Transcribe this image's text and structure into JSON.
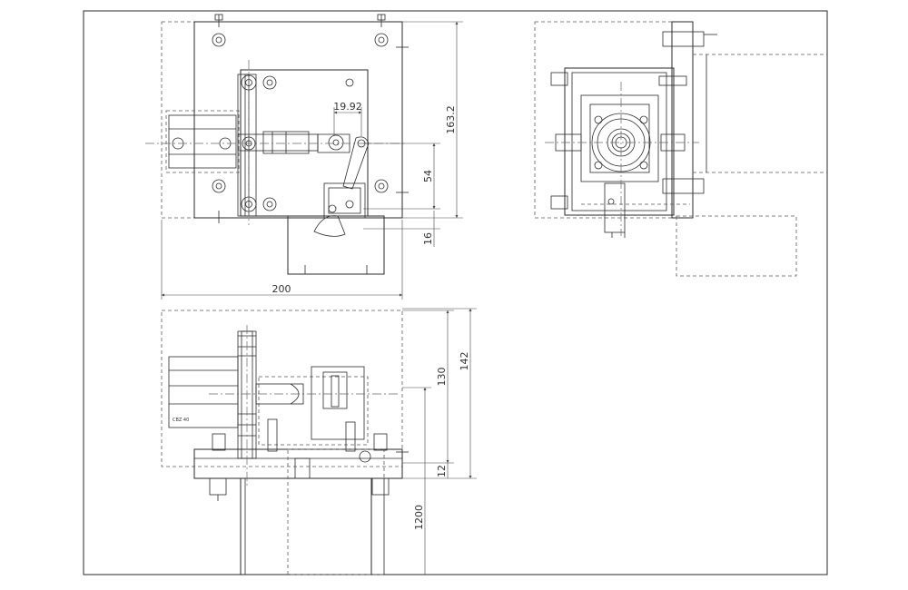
{
  "dimensions": {
    "width_200": "200",
    "height_163": "163.2",
    "offset_1992": "19.92",
    "height_54": "54",
    "height_16": "16",
    "height_130": "130",
    "height_142": "142",
    "height_12": "12",
    "height_1200": "1200"
  },
  "labels": {
    "cylinder_tag": "CBZ 40"
  },
  "colors": {
    "line": "#2a2a2a",
    "background": "#ffffff"
  }
}
